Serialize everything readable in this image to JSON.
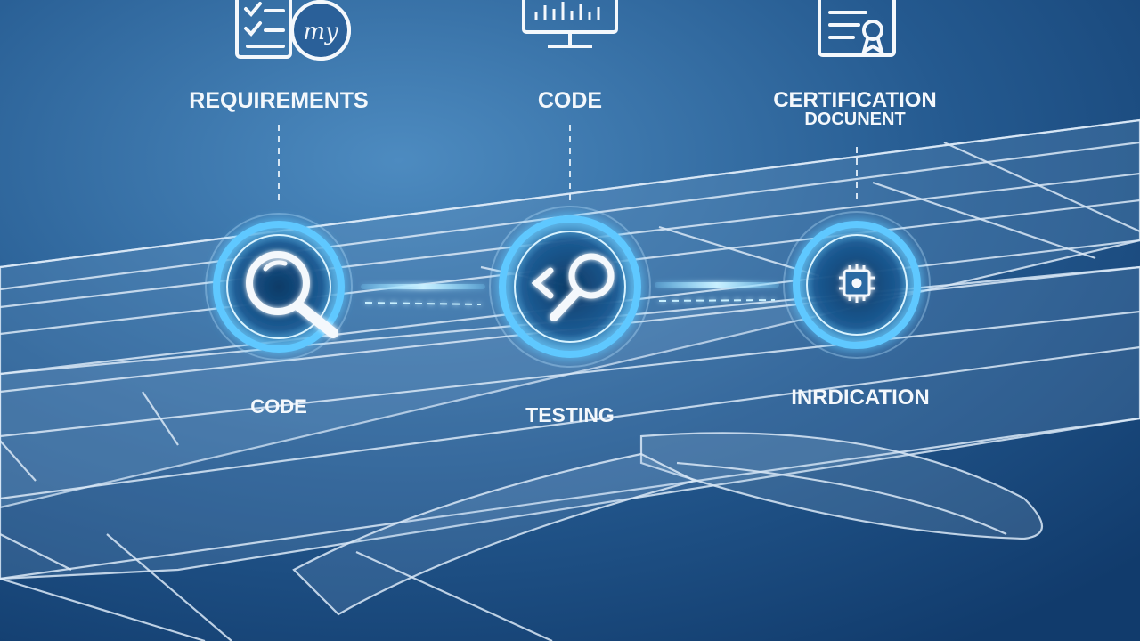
{
  "colors": {
    "background_top": "#2f6ba3",
    "background_bottom": "#123d70",
    "line": "#dbe9f7",
    "glow": "#5fc8ff",
    "ring": "#bfe6ff"
  },
  "top_steps": [
    {
      "icon": "checklist-icon",
      "label": "REQUIREMENTS"
    },
    {
      "icon": "monitor-chart-icon",
      "label": "CODE"
    },
    {
      "icon": "certificate-icon",
      "label_lines": [
        "CERTIFICATION",
        "DOCUNENT"
      ]
    }
  ],
  "nodes": [
    {
      "icon": "magnifier-icon",
      "label": "CODE"
    },
    {
      "icon": "code-search-icon",
      "label": "TESTING"
    },
    {
      "icon": "chip-icon",
      "label": "INRDICATION"
    }
  ]
}
